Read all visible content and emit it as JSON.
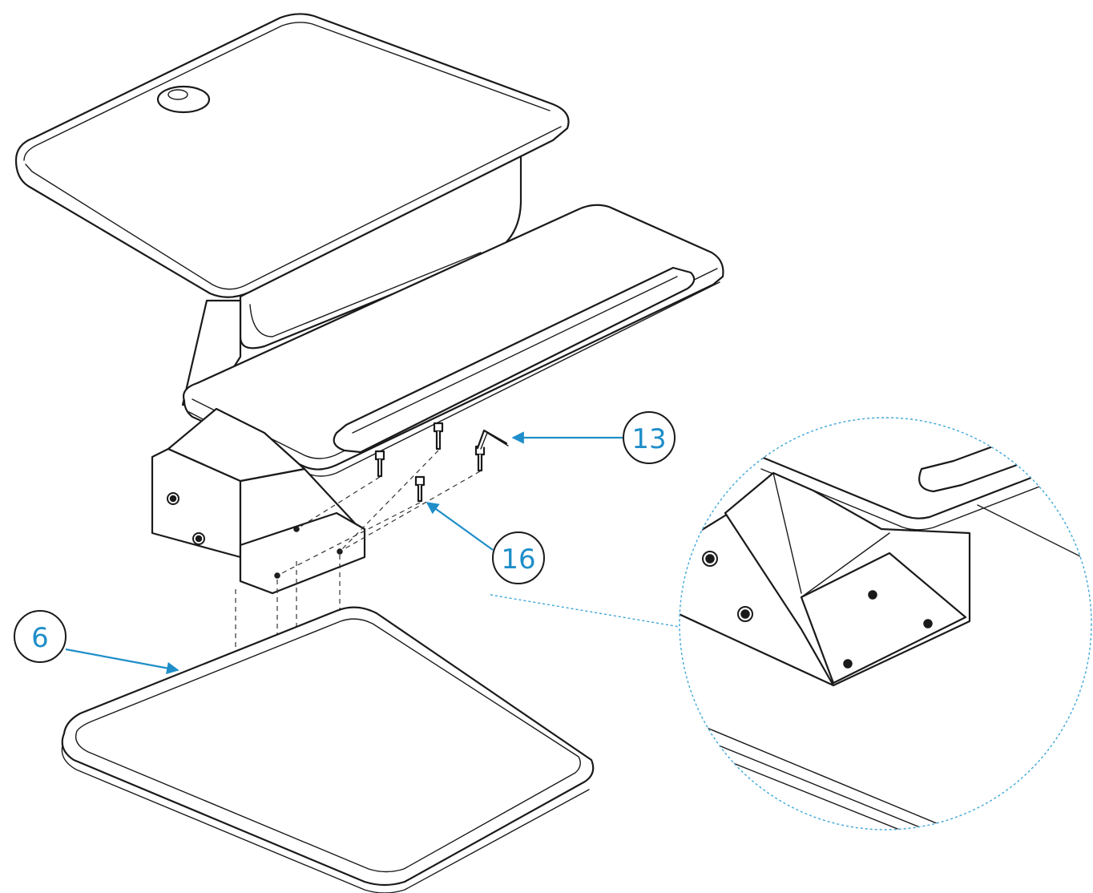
{
  "callouts": {
    "screw_bolt": {
      "label": "13"
    },
    "screws": {
      "label": "16"
    },
    "base": {
      "label": "6"
    }
  },
  "colors": {
    "callout_accent": "#1f8ec9",
    "line": "#1a1a1a",
    "detail_outline": "#3ea7d8"
  }
}
